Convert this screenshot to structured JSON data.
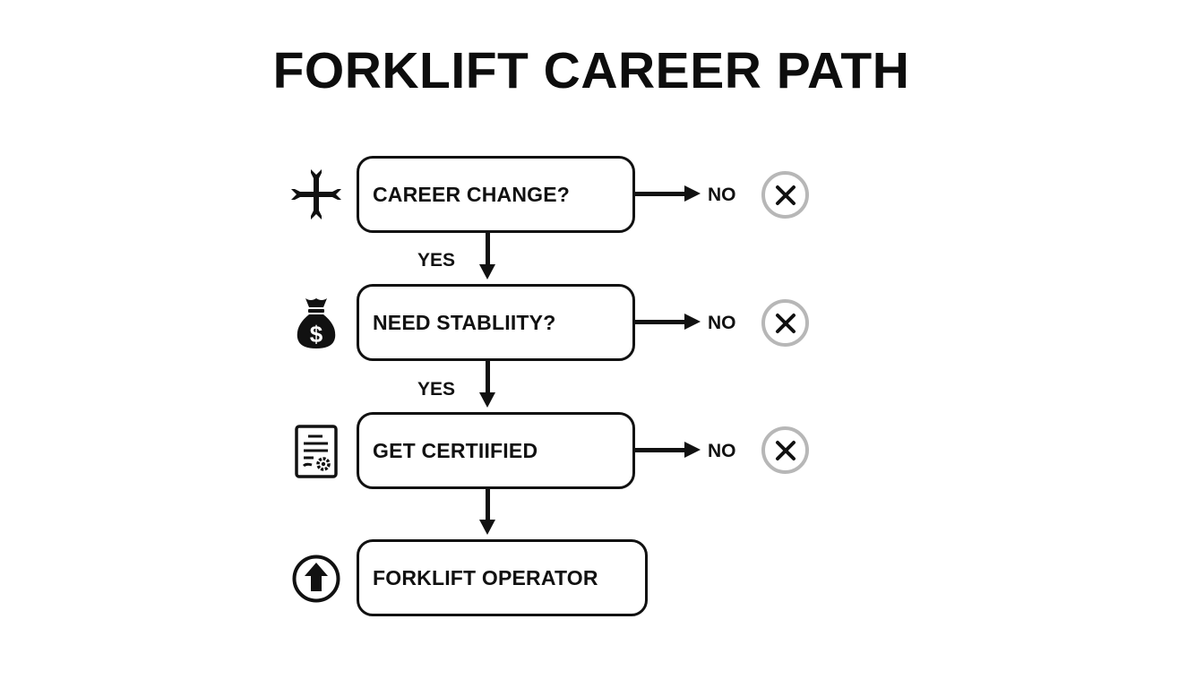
{
  "title": "FORKLIFT CAREER PATH",
  "colors": {
    "stroke": "#111111",
    "reject_ring": "#b7b7b7",
    "background": "#ffffff"
  },
  "steps": [
    {
      "label": "CAREER CHANGE?",
      "icon": "cross-pattee-icon",
      "yes_label": "YES",
      "no_label": "NO",
      "no_outcome": "x-circle-icon"
    },
    {
      "label": "NEED STABLIITY?",
      "icon": "money-bag-icon",
      "yes_label": "YES",
      "no_label": "NO",
      "no_outcome": "x-circle-icon"
    },
    {
      "label": "GET CERTIIFIED",
      "icon": "certificate-document-icon",
      "yes_label": "",
      "no_label": "NO",
      "no_outcome": "x-circle-icon"
    },
    {
      "label": "FORKLIFT OPERATOR",
      "icon": "up-arrow-circle-icon"
    }
  ]
}
